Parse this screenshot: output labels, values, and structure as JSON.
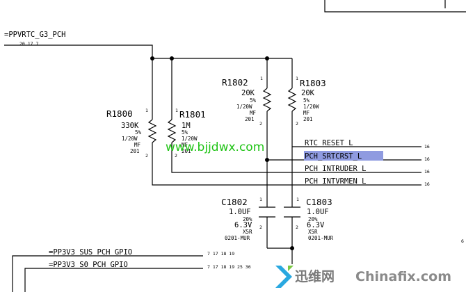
{
  "nets": {
    "ppvrtc": {
      "name": "=PPVRTC_G3_PCH",
      "refs": "20 17 7"
    },
    "pp3v3_sus": {
      "name": "=PP3V3_SUS_PCH_GPIO",
      "refs": "7 17 18 19"
    },
    "pp3v3_s0": {
      "name": "=PP3V3_S0_PCH_GPIO",
      "refs": "7 17 18 19 25 36"
    }
  },
  "resistors": {
    "r1800": {
      "ref": "R1800",
      "value": "330K",
      "tol": "5%",
      "power": "1/20W",
      "type": "MF",
      "pkg": "201",
      "pin1": "1",
      "pin2": "2"
    },
    "r1801": {
      "ref": "R1801",
      "value": "1M",
      "tol": "5%",
      "power": "1/20W",
      "type": "MF",
      "pkg": "201",
      "pin1": "1",
      "pin2": "2"
    },
    "r1802": {
      "ref": "R1802",
      "value": "20K",
      "tol": "5%",
      "power": "1/20W",
      "type": "MF",
      "pkg": "201",
      "pin1": "1",
      "pin2": "2"
    },
    "r1803": {
      "ref": "R1803",
      "value": "20K",
      "tol": "5%",
      "power": "1/20W",
      "type": "MF",
      "pkg": "201",
      "pin1": "1",
      "pin2": "2"
    }
  },
  "capacitors": {
    "c1802": {
      "ref": "C1802",
      "value": "1.0UF",
      "tol": "20%",
      "voltage": "6.3V",
      "dielectric": "X5R",
      "pkg": "0201-MUR",
      "pin1": "1",
      "pin2": "2"
    },
    "c1803": {
      "ref": "C1803",
      "value": "1.0UF",
      "tol": "20%",
      "voltage": "6.3V",
      "dielectric": "X5R",
      "pkg": "0201-MUR",
      "pin1": "1",
      "pin2": "2"
    }
  },
  "signals": [
    {
      "name": "RTC_RESET_L",
      "page": "16"
    },
    {
      "name": "PCH_SRTCRST_L",
      "page": "16"
    },
    {
      "name": "PCH_INTRUDER_L",
      "page": "16"
    },
    {
      "name": "PCH_INTVRMEN_L",
      "page": "16"
    }
  ],
  "edge_ref": "6",
  "watermark": "www.bjjdwx.com",
  "logo": {
    "cn": "迅维网",
    "en": "Chinafix.com"
  },
  "colors": {
    "highlight": "#8f9be0",
    "watermark": "#21c417"
  }
}
